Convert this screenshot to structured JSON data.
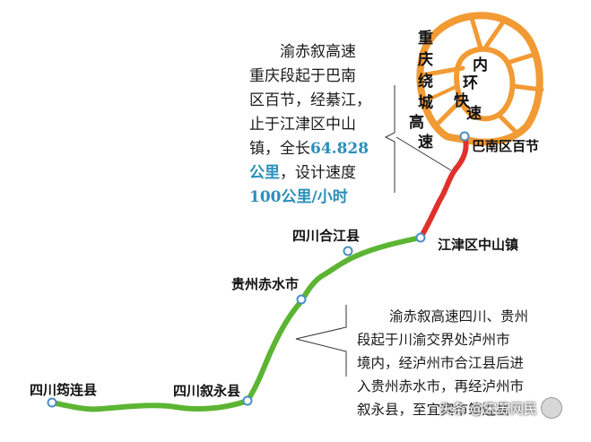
{
  "callouts": {
    "chongqing": {
      "line1": "渝赤叙高速",
      "line2": "重庆段起于巴南",
      "line3": "区百节，经綦江，",
      "line4": "止于江津区中山",
      "line5_a": "镇，全长",
      "line5_b": "64.828",
      "line6_a": "公里",
      "line6_b": "，设计速度",
      "line7": "100公里/小时"
    },
    "sichuan_guizhou": {
      "line1": "渝赤叙高速四川、贵州",
      "line2": "段起于川渝交界处泸州市",
      "line3": "境内，经泸州市合江县后进",
      "line4": "入贵州赤水市，再经泸州市",
      "line5": "叙永县，至宜宾市筠连县"
    }
  },
  "places": {
    "banan": "巴南区百节",
    "jiangjin": "江津区中山镇",
    "hejiang": "四川合江县",
    "chishui": "贵州赤水市",
    "xuyong": "四川叙永县",
    "junlian": "四川筠连县"
  },
  "ring_roads": {
    "outer_chars": [
      "重",
      "庆",
      "绕",
      "城",
      "高",
      "速"
    ],
    "inner_chars": [
      "内",
      "环",
      "快",
      "速"
    ]
  },
  "watermark": "头条 @宋苏网民",
  "colors": {
    "chongqing_segment": "#e0312b",
    "sichuan_guizhou_segment": "#5cb532",
    "ring_road": "#f29a33",
    "highlight_text": "#2a8fb8"
  }
}
